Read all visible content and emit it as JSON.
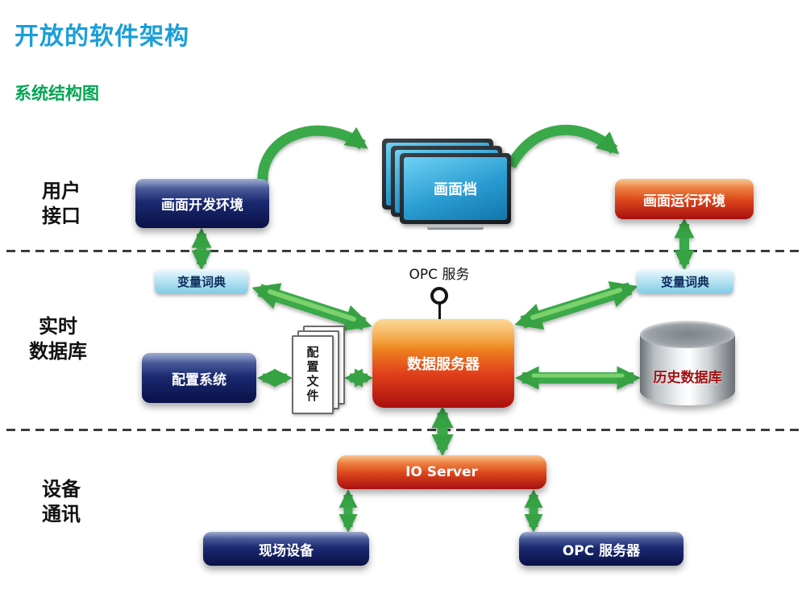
{
  "page": {
    "title": "开放的软件架构",
    "subtitle": "系统结构图"
  },
  "layers": [
    {
      "label": "用户\n接口"
    },
    {
      "label": "实时\n数据库"
    },
    {
      "label": "设备\n通讯"
    }
  ],
  "nodes": {
    "screen_dev_env": "画面开发环境",
    "screen_files": "画面档",
    "screen_run_env": "画面运行环境",
    "var_dict_left": "变量词典",
    "var_dict_right": "变量词典",
    "opc_service": "OPC 服务",
    "data_server": "数据服务器",
    "config_system": "配置系统",
    "config_files": "配置文件",
    "history_db": "历史数据库",
    "io_server": "IO Server",
    "field_device": "现场设备",
    "opc_server": "OPC 服务器"
  },
  "colors": {
    "title_blue": "#1a9ed9",
    "subtitle_green": "#00a651",
    "node_dark_blue": "#1b2a72",
    "node_red": "#e04a1e",
    "node_orange": "#f0901f",
    "node_light_blue": "#bfe7f4",
    "arrow_green": "#3aa94a",
    "history_text_red": "#a31111",
    "screen_blue": "#2a9cd2"
  }
}
